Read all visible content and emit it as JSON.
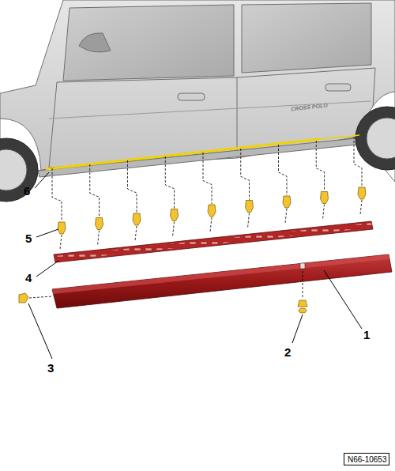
{
  "diagram": {
    "nodes": [
      {
        "text": [
          "N66-10653"
        ]
      }
    ],
    "labels": [
      "CROSS POLO",
      "6",
      "5",
      "4",
      "3",
      "2",
      "1"
    ]
  }
}
